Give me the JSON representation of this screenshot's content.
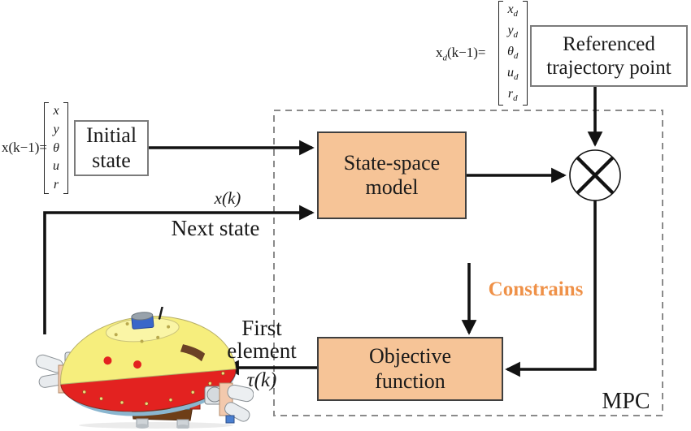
{
  "colors": {
    "box_fill": "#F6C497",
    "box_border": "#3f3f3f",
    "white_box_border": "#7b7b7b",
    "line_color": "#121212",
    "dashed_border": "#8a8a8a",
    "constrains_text": "#EF9148",
    "robot_yellow": "#F6EE7D",
    "robot_yellow_light": "#FAF5A6",
    "robot_red": "#E32220",
    "robot_blue": "#3A67C9",
    "robot_brown": "#6E3E17",
    "robot_white_part": "#ECEFF1",
    "robot_pink": "#F3C9AD",
    "robot_cyan": "#5FC0E8"
  },
  "blocks": {
    "initial_state": "Initial\nstate",
    "referenced_trajectory": "Referenced\ntrajectory point",
    "state_space": "State-space\nmodel",
    "objective_function": "Objective\nfunction"
  },
  "labels": {
    "x_k": "x(k)",
    "next_state": "Next state",
    "first_element": "First\nelement",
    "tau_k": "τ(k)",
    "constrains": "Constrains",
    "mpc": "MPC"
  },
  "equations": {
    "initial": {
      "lhs": "x(k−1)="
    },
    "reference": {
      "base": "x",
      "sub": "d",
      "rest": "(k−1)="
    }
  },
  "vectors": {
    "initial": {
      "items": [
        "x",
        "y",
        "θ",
        "u",
        "r"
      ]
    },
    "reference": {
      "items": [
        {
          "base": "x",
          "sub": "d"
        },
        {
          "base": "y",
          "sub": "d"
        },
        {
          "base": "θ",
          "sub": "d"
        },
        {
          "base": "u",
          "sub": "d"
        },
        {
          "base": "r",
          "sub": "d"
        }
      ]
    }
  }
}
